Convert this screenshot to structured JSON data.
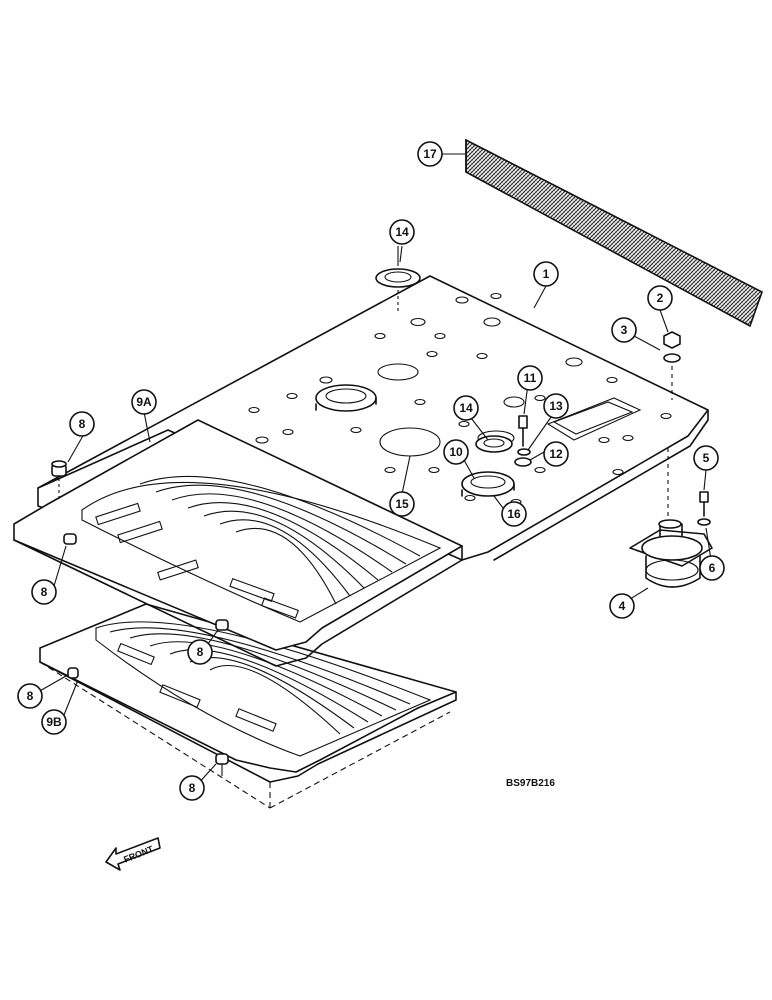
{
  "diagram": {
    "reference_code": "BS97B216",
    "front_label": "FRONT",
    "callouts": [
      {
        "id": "c1",
        "label": "1"
      },
      {
        "id": "c2",
        "label": "2"
      },
      {
        "id": "c3",
        "label": "3"
      },
      {
        "id": "c4",
        "label": "4"
      },
      {
        "id": "c5",
        "label": "5"
      },
      {
        "id": "c6",
        "label": "6"
      },
      {
        "id": "c8a",
        "label": "8"
      },
      {
        "id": "c8b",
        "label": "8"
      },
      {
        "id": "c8c",
        "label": "8"
      },
      {
        "id": "c8d",
        "label": "8"
      },
      {
        "id": "c8e",
        "label": "8"
      },
      {
        "id": "c9a",
        "label": "9A"
      },
      {
        "id": "c9b",
        "label": "9B"
      },
      {
        "id": "c10",
        "label": "10"
      },
      {
        "id": "c11",
        "label": "11"
      },
      {
        "id": "c12",
        "label": "12"
      },
      {
        "id": "c13",
        "label": "13"
      },
      {
        "id": "c14a",
        "label": "14"
      },
      {
        "id": "c14b",
        "label": "14"
      },
      {
        "id": "c15",
        "label": "15"
      },
      {
        "id": "c16",
        "label": "16"
      },
      {
        "id": "c17",
        "label": "17"
      }
    ]
  }
}
